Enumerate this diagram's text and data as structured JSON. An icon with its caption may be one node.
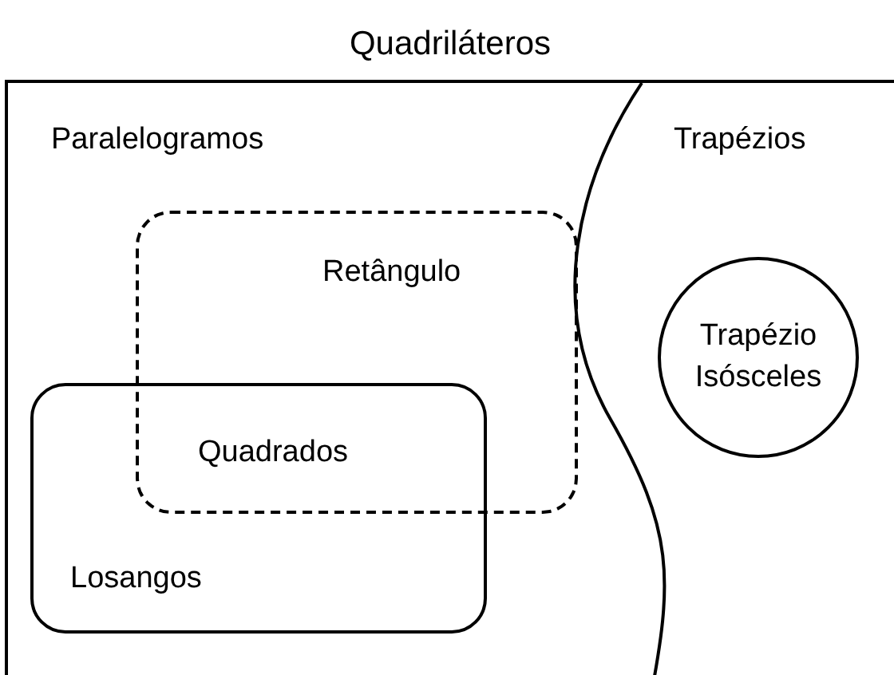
{
  "diagram": {
    "nodes": [
      {
        "text": [
          "Quadriláteros"
        ]
      },
      {
        "text": [
          "Paralelogramos"
        ],
        "in": 0
      },
      {
        "text": [
          "Trapézios"
        ],
        "in": 0
      },
      {
        "text": [
          "Retângulo"
        ],
        "in": 1
      },
      {
        "text": [
          "Losangos"
        ],
        "in": 1
      },
      {
        "text": [
          "Trapézio Isósceles"
        ],
        "in": 2
      }
    ],
    "edges": [],
    "labels": [
      "Quadrados"
    ]
  }
}
